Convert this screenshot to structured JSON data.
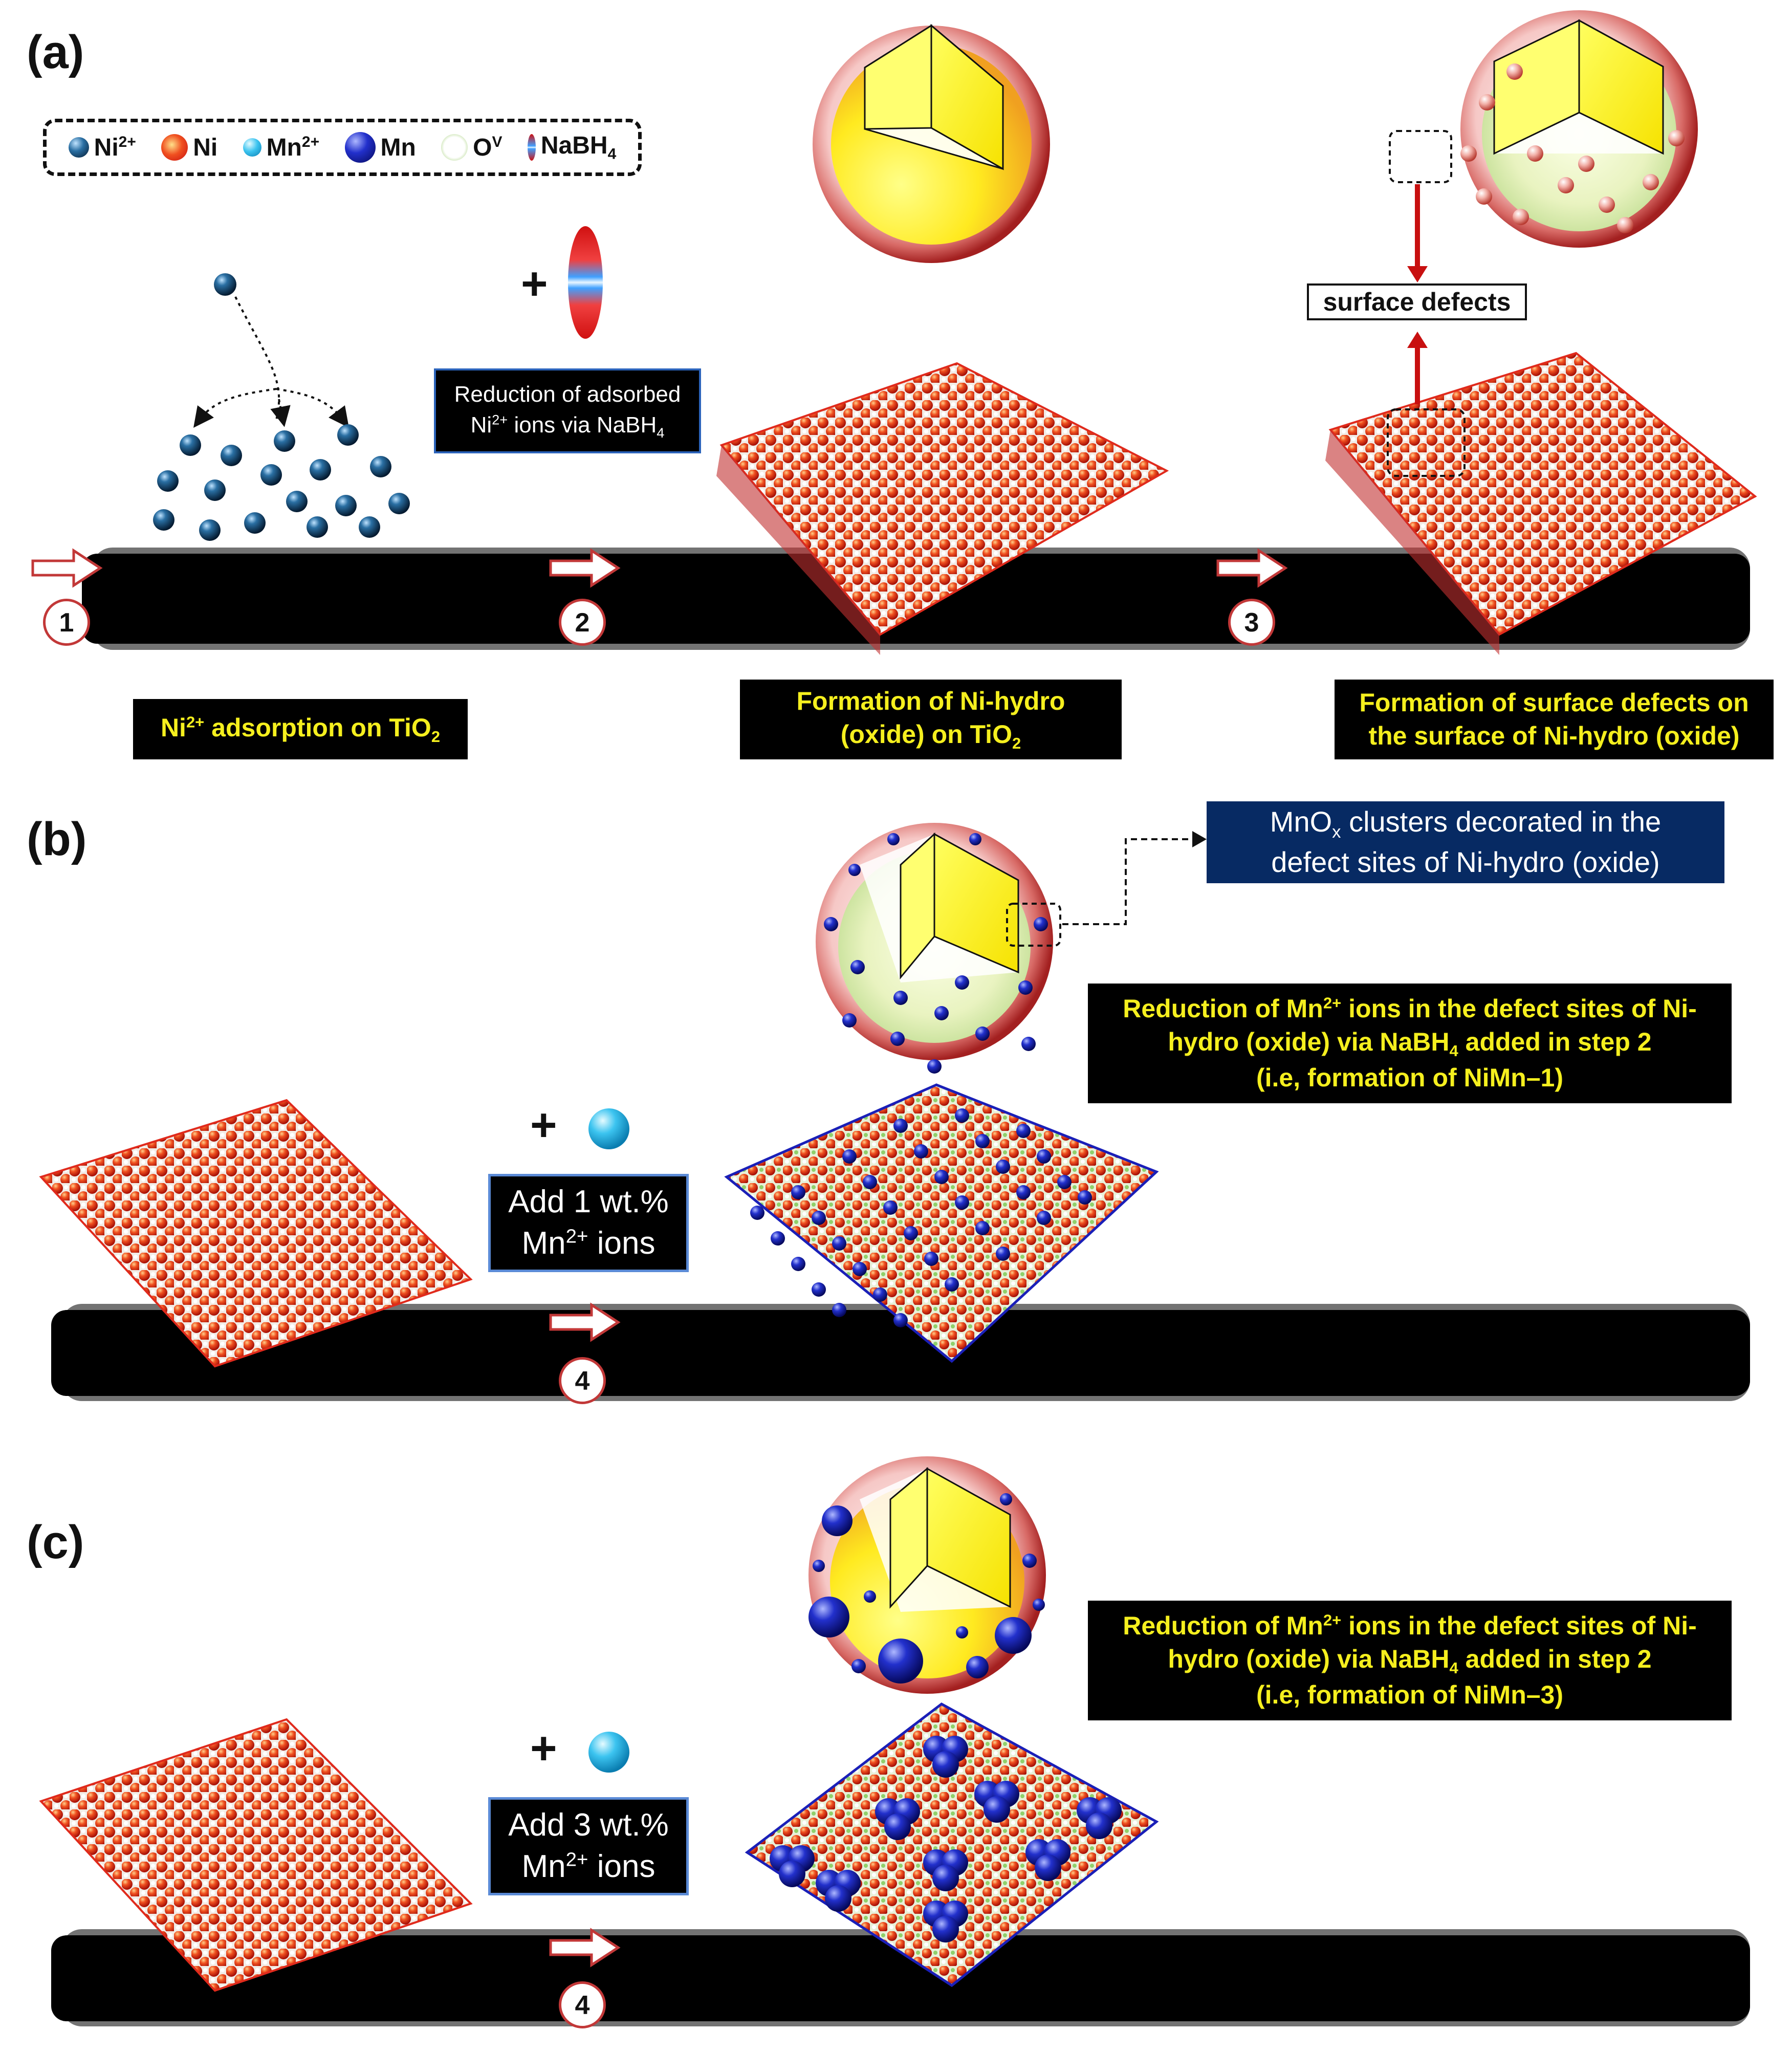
{
  "panels": {
    "a": "(a)",
    "b": "(b)",
    "c": "(c)"
  },
  "legend": [
    {
      "pre": "Ni",
      "sup": "2+",
      "post": "",
      "sub": "",
      "icon": "ni2plus-dark-blue-sphere"
    },
    {
      "pre": "Ni",
      "sup": "",
      "post": "",
      "sub": "",
      "icon": "ni-red-orange-sphere"
    },
    {
      "pre": "Mn",
      "sup": "2+",
      "post": "",
      "sub": "",
      "icon": "mn2plus-cyan-sphere"
    },
    {
      "pre": "Mn",
      "sup": "",
      "post": "",
      "sub": "",
      "icon": "mn-blue-sphere"
    },
    {
      "pre": "O",
      "sup": "V",
      "post": "",
      "sub": "",
      "icon": "oxygen-vacancy-ring"
    },
    {
      "pre": "NaBH",
      "sup": "",
      "post": "",
      "sub": "4",
      "icon": "nabh4-ellipse"
    }
  ],
  "reduction_box": {
    "line1": "Reduction of adsorbed",
    "line2_pre": "Ni",
    "line2_sup": "2+",
    "line2_mid": " ions via NaBH",
    "line2_sub": "4"
  },
  "captions_a": {
    "c1_pre": "Ni",
    "c1_sup": "2+",
    "c1_mid": " adsorption on TiO",
    "c1_sub": "2",
    "c2_line1": "Formation of Ni-hydro",
    "c2_line2_pre": "(oxide) on TiO",
    "c2_line2_sub": "2",
    "c3_line1": "Formation of surface defects on",
    "c3_line2": "the surface of Ni-hydro (oxide)"
  },
  "surface_defects": "surface defects",
  "steps": [
    "1",
    "2",
    "3",
    "4",
    "4"
  ],
  "plus": "+",
  "mnox_box": {
    "line1_pre": "MnO",
    "line1_sub": "x",
    "line1_post": " clusters decorated in the",
    "line2": "defect sites of Ni-hydro (oxide)"
  },
  "reduction_b": {
    "l1_pre": "Reduction of Mn",
    "l1_sup": "2+",
    "l1_post": " ions in the defect sites of Ni-",
    "l2_pre": "hydro (oxide) via NaBH",
    "l2_sub": "4",
    "l2_post": " added in step 2",
    "l3": "(i.e, formation of NiMn–1)"
  },
  "reduction_c": {
    "l1_pre": "Reduction of Mn",
    "l1_sup": "2+",
    "l1_post": " ions in the defect sites of Ni-",
    "l2_pre": "hydro (oxide) via NaBH",
    "l2_sub": "4",
    "l2_post": " added in step 2",
    "l3": "(i.e, formation of NiMn–3)"
  },
  "add_b": {
    "line1": "Add 1 wt.%",
    "line2_pre": "Mn",
    "line2_sup": "2+",
    "line2_post": " ions"
  },
  "add_c": {
    "line1": "Add 3 wt.%",
    "line2_pre": "Mn",
    "line2_sup": "2+",
    "line2_post": " ions"
  },
  "colors": {
    "ni_red": "#e02a1c",
    "mn_blue": "#1a1fb8",
    "ni2_dark": "#0d3f66",
    "caption_yellow": "#f5ef1e",
    "arrow_red": "#c81010"
  }
}
